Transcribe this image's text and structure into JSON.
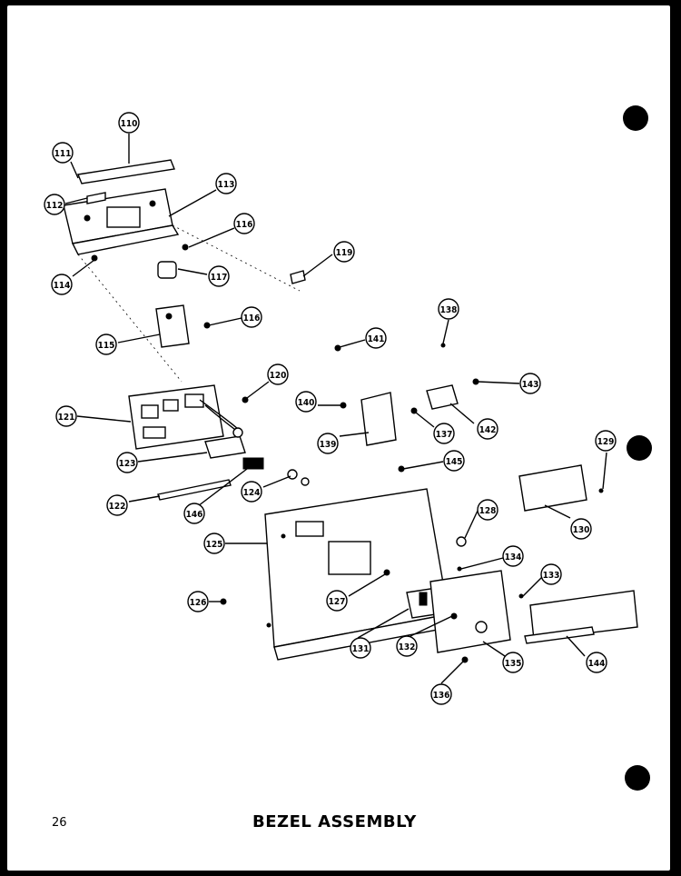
{
  "page": {
    "number": "26",
    "title": "BEZEL ASSEMBLY"
  },
  "callouts": [
    {
      "id": "c110",
      "label": "110"
    },
    {
      "id": "c111",
      "label": "111"
    },
    {
      "id": "c112",
      "label": "112"
    },
    {
      "id": "c113",
      "label": "113"
    },
    {
      "id": "c114",
      "label": "114"
    },
    {
      "id": "c115",
      "label": "115"
    },
    {
      "id": "c116a",
      "label": "116"
    },
    {
      "id": "c116b",
      "label": "116"
    },
    {
      "id": "c117",
      "label": "117"
    },
    {
      "id": "c119",
      "label": "119"
    },
    {
      "id": "c120",
      "label": "120"
    },
    {
      "id": "c121",
      "label": "121"
    },
    {
      "id": "c122",
      "label": "122"
    },
    {
      "id": "c123",
      "label": "123"
    },
    {
      "id": "c124",
      "label": "124"
    },
    {
      "id": "c125",
      "label": "125"
    },
    {
      "id": "c126",
      "label": "126"
    },
    {
      "id": "c127",
      "label": "127"
    },
    {
      "id": "c128",
      "label": "128"
    },
    {
      "id": "c129",
      "label": "129"
    },
    {
      "id": "c130",
      "label": "130"
    },
    {
      "id": "c131",
      "label": "131"
    },
    {
      "id": "c132",
      "label": "132"
    },
    {
      "id": "c133",
      "label": "133"
    },
    {
      "id": "c134",
      "label": "134"
    },
    {
      "id": "c135",
      "label": "135"
    },
    {
      "id": "c136",
      "label": "136"
    },
    {
      "id": "c137",
      "label": "137"
    },
    {
      "id": "c138",
      "label": "138"
    },
    {
      "id": "c139",
      "label": "139"
    },
    {
      "id": "c140",
      "label": "140"
    },
    {
      "id": "c141",
      "label": "141"
    },
    {
      "id": "c142",
      "label": "142"
    },
    {
      "id": "c143",
      "label": "143"
    },
    {
      "id": "c144",
      "label": "144"
    },
    {
      "id": "c145",
      "label": "145"
    },
    {
      "id": "c146",
      "label": "146"
    }
  ]
}
